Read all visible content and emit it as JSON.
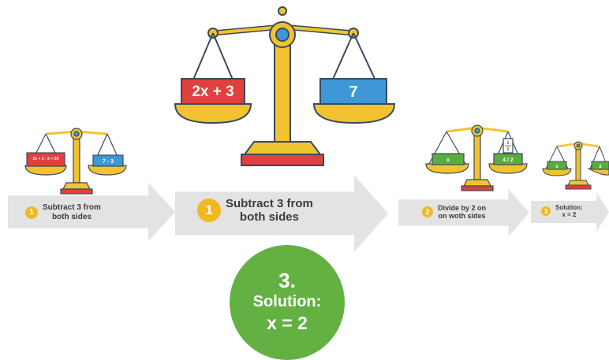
{
  "colors": {
    "pan_red": "#e0403e",
    "pan_blue": "#3e97d6",
    "pan_green": "#5aad3d",
    "scale_yellow": "#f2c330",
    "scale_outline": "#3a4a5c",
    "arrow_gray": "#e3e3e3",
    "badge_yellow": "#f2b824",
    "solution_green": "#63b143"
  },
  "scales": {
    "main": {
      "left_label": "2x + 3",
      "right_label": "7"
    },
    "small_left": {
      "left_label": "2x + 3 - 3 = 2X",
      "right_label": "7 - 3"
    },
    "small_mid": {
      "left_label": "x",
      "right_label": "4 / 2",
      "right_fraction_top": "1",
      "right_fraction_bottom": "2"
    },
    "small_right": {
      "left_label": "x",
      "right_label": "2"
    }
  },
  "steps": [
    {
      "num": "1",
      "text": "Subtract 3 from\nboth sides"
    },
    {
      "num": "1",
      "text": "Subtract 3 from\nboth sides"
    },
    {
      "num": "2",
      "text": "Divide by 2 on\non woth sides"
    },
    {
      "num": "3",
      "text": "Solution:\nx = 2"
    }
  ],
  "solution": {
    "num": "3.",
    "label": "Solution:",
    "answer": "x = 2"
  }
}
